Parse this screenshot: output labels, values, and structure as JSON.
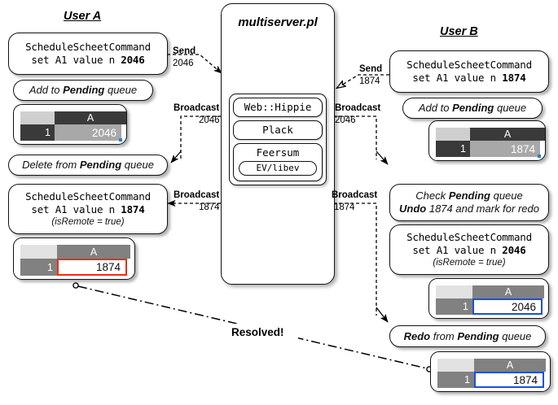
{
  "diagram": {
    "title_left": "User A",
    "title_right": "User B",
    "server": {
      "name": "multiserver.pl",
      "stack": [
        {
          "label": "Web::Hippie"
        },
        {
          "label": "Plack"
        },
        {
          "label": "Feersum",
          "sub": "EV/libev"
        }
      ]
    },
    "resolved_label": "Resolved!"
  },
  "userA": {
    "cmd1_line1": "ScheduleScheetCommand",
    "cmd1_line2": "set A1 value n 2046",
    "add_pending": "Add to Pending queue",
    "sheet1": {
      "col": "A",
      "row": "1",
      "value": "2046"
    },
    "delete_pending": "Delete from Pending queue",
    "cmd2_line1": "ScheduleScheetCommand",
    "cmd2_line2": "set A1 value n 1874",
    "cmd2_line3": "(isRemote = true)",
    "sheet2": {
      "col": "A",
      "row": "1",
      "value": "1874"
    }
  },
  "userB": {
    "cmd1_line1": "ScheduleScheetCommand",
    "cmd1_line2": "set A1 value n 1874",
    "add_pending": "Add to Pending queue",
    "sheet1": {
      "col": "A",
      "row": "1",
      "value": "1874"
    },
    "check_line1": "Check Pending queue",
    "check_line2": "Undo 1874 and mark for redo",
    "cmd2_line1": "ScheduleScheetCommand",
    "cmd2_line2": "set A1 value n 2046",
    "cmd2_line3": "(isRemote = true)",
    "sheet2": {
      "col": "A",
      "row": "1",
      "value": "2046"
    },
    "redo_pending": "Redo from Pending queue",
    "sheet3": {
      "col": "A",
      "row": "1",
      "value": "1874"
    }
  },
  "links": {
    "a_send": {
      "label": "Send",
      "value": "2046"
    },
    "a_bcast_2046": {
      "label": "Broadcast",
      "value": "2046"
    },
    "a_bcast_1874": {
      "label": "Broadcast",
      "value": "1874"
    },
    "b_send": {
      "label": "Send",
      "value": "1874"
    },
    "b_bcast_2046": {
      "label": "Broadcast",
      "value": "2046"
    },
    "b_bcast_1874": {
      "label": "Broadcast",
      "value": "1874"
    }
  },
  "colors": {
    "accent_red": "#f02d17",
    "accent_blue": "#1450e8",
    "sheet_dark": "#3a3a3a",
    "sheet_gray": "#818181",
    "selected_cell": "#a8a8a8"
  }
}
